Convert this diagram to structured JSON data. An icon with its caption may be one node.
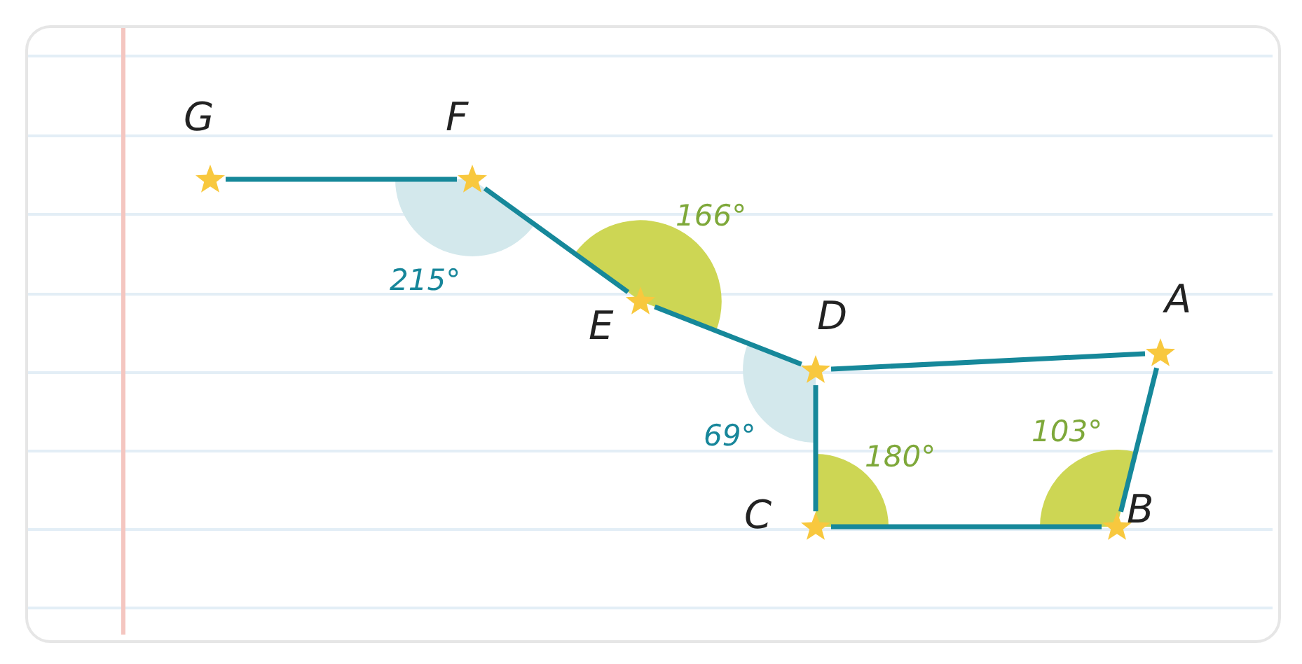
{
  "diagram": {
    "nodes": [
      {
        "text": [
          "G"
        ]
      },
      {
        "text": [
          "F"
        ]
      },
      {
        "text": [
          "E"
        ]
      },
      {
        "text": [
          "A"
        ]
      },
      {
        "text": [
          "D"
        ]
      },
      {
        "text": [
          "C"
        ]
      },
      {
        "text": [
          "B"
        ]
      }
    ],
    "edges": [
      {
        "from": 0,
        "to": 1,
        "arrow": "none"
      },
      {
        "from": 1,
        "to": 2,
        "arrow": "none"
      },
      {
        "from": 2,
        "to": 4,
        "arrow": "none"
      },
      {
        "from": 4,
        "to": 3,
        "arrow": "none"
      },
      {
        "from": 3,
        "to": 6,
        "arrow": "none"
      },
      {
        "from": 6,
        "to": 5,
        "arrow": "none"
      },
      {
        "from": 5,
        "to": 4,
        "arrow": "none"
      }
    ],
    "labels": [
      "166°",
      "215°",
      "103°",
      "69°",
      "180°"
    ]
  }
}
